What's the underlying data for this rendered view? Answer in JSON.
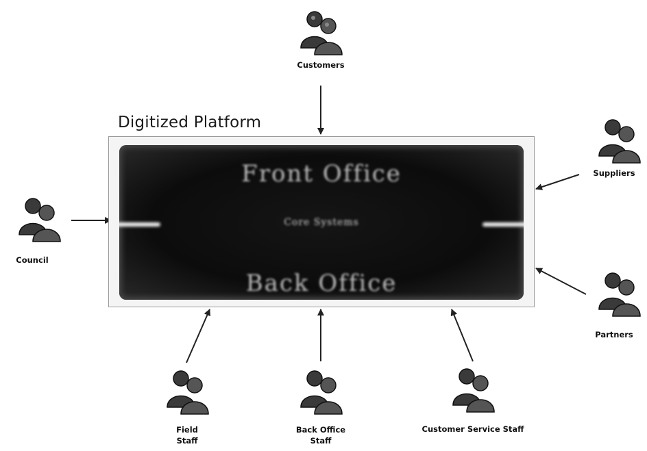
{
  "platform": {
    "title": "Digitized Platform",
    "front_label": "Front Office",
    "middle_label": "Core Systems",
    "back_label": "Back Office"
  },
  "actors": {
    "customers": "Customers",
    "suppliers": "Suppliers",
    "council": "Council",
    "partners": "Partners",
    "field_staff": "Field\nStaff",
    "back_office_staff": "Back Office\nStaff",
    "customer_service_staff": "Customer Service Staff"
  },
  "icon": "people-group-icon"
}
